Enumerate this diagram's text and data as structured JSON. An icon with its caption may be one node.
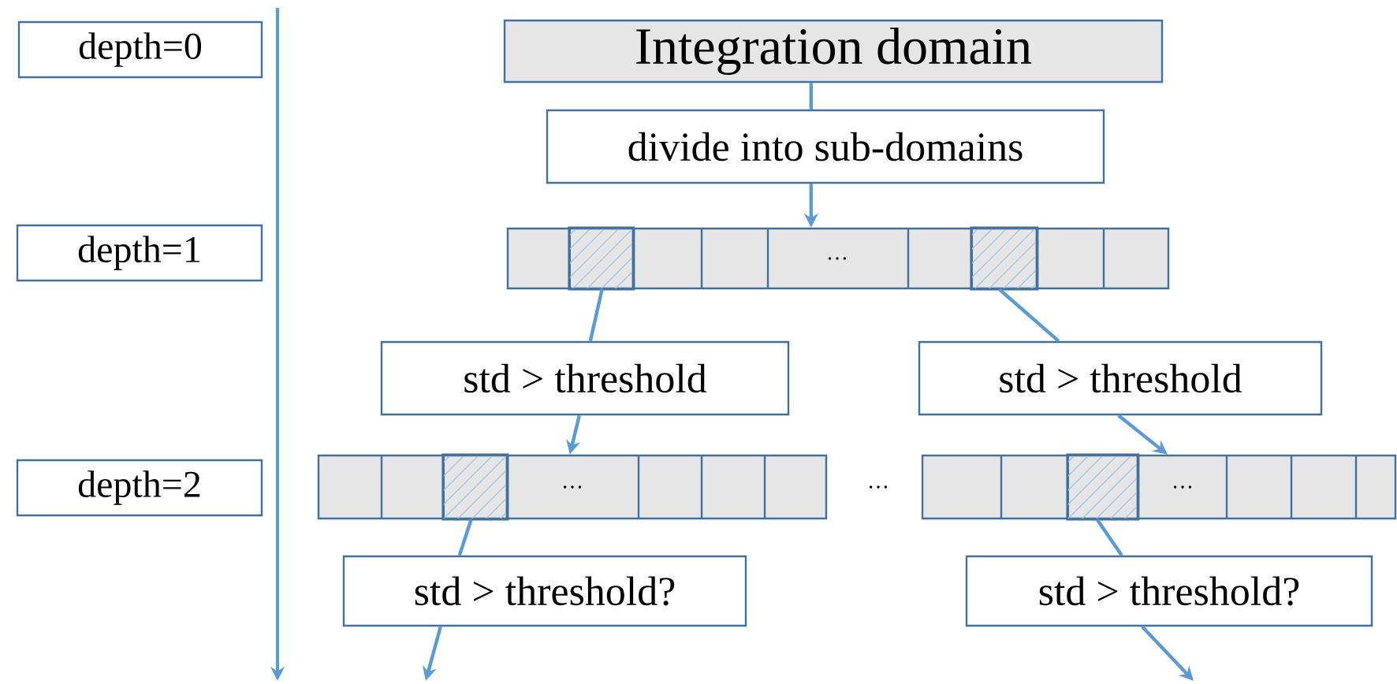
{
  "diagram": {
    "nodes": [
      {
        "text": [
          "depth=0"
        ]
      },
      {
        "text": [
          "depth=1"
        ]
      },
      {
        "text": [
          "depth=2"
        ]
      },
      {
        "text": [
          "Integration domain"
        ]
      },
      {
        "text": [
          "divide into sub-domains"
        ]
      },
      {
        "text": [
          "…"
        ]
      },
      {
        "text": [],
        "shape": "box",
        "in": 5
      },
      {
        "text": [],
        "shape": "box",
        "in": 5
      },
      {
        "text": [
          "std > threshold"
        ]
      },
      {
        "text": [
          "std > threshold"
        ]
      },
      {
        "text": [
          "…"
        ]
      },
      {
        "text": [],
        "shape": "box",
        "in": 10
      },
      {
        "text": [
          "…"
        ]
      },
      {
        "text": [],
        "shape": "box",
        "in": 12
      },
      {
        "text": [
          "std > threshold?"
        ]
      },
      {
        "text": [
          "std > threshold?"
        ]
      }
    ],
    "edges": [
      {
        "from": 3,
        "to": 4,
        "arrow": "none"
      },
      {
        "from": 4,
        "to": 5,
        "arrow": "to"
      },
      {
        "from": 6,
        "to": 8,
        "arrow": "none"
      },
      {
        "from": 7,
        "to": 9,
        "arrow": "none"
      },
      {
        "from": 8,
        "to": 10,
        "arrow": "to"
      },
      {
        "from": 9,
        "to": 12,
        "arrow": "to"
      },
      {
        "from": 11,
        "to": 14,
        "arrow": "none"
      },
      {
        "from": 13,
        "to": 15,
        "arrow": "none"
      },
      {
        "from": 14,
        "to": null,
        "arrow": "to"
      },
      {
        "from": 15,
        "to": null,
        "arrow": "to"
      }
    ],
    "labels": [
      "…"
    ]
  }
}
